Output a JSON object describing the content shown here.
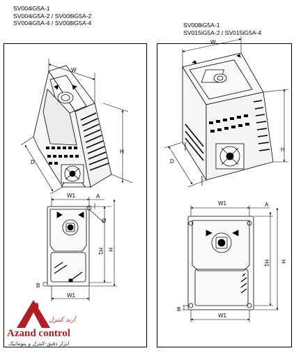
{
  "left_header": {
    "line1": "SV004iG5A-1",
    "line2": "SV004iG5A-2 / SV008iG5A-2",
    "line3": "SV004iG5A-4 / SV008iG5A-4"
  },
  "right_header": {
    "line1": "SV008iG5A-1",
    "line2": "SV015iG5A-2 / SV015iG5A-4"
  },
  "left_panel": {
    "iso": {
      "w": "W",
      "d": "D",
      "h": "H"
    },
    "front": {
      "w1_top": "W1",
      "a": "A",
      "phi": "Ø",
      "h1": "H1",
      "h": "H",
      "b": "B",
      "w1_bottom": "W1"
    }
  },
  "right_panel": {
    "iso": {
      "w": "W",
      "d": "D",
      "h": "H"
    },
    "front": {
      "w1_top": "W1",
      "a": "A",
      "h1": "H1",
      "h": "H",
      "b": "B",
      "w1_bottom": "W1"
    }
  },
  "brand": {
    "name": "Azand control",
    "farsi_script": "آزند کنترل",
    "tagline": "ابزار دقیق-کنترل و پنوماتیک",
    "colors": {
      "red": "#b21d23",
      "dark": "#222222"
    }
  }
}
